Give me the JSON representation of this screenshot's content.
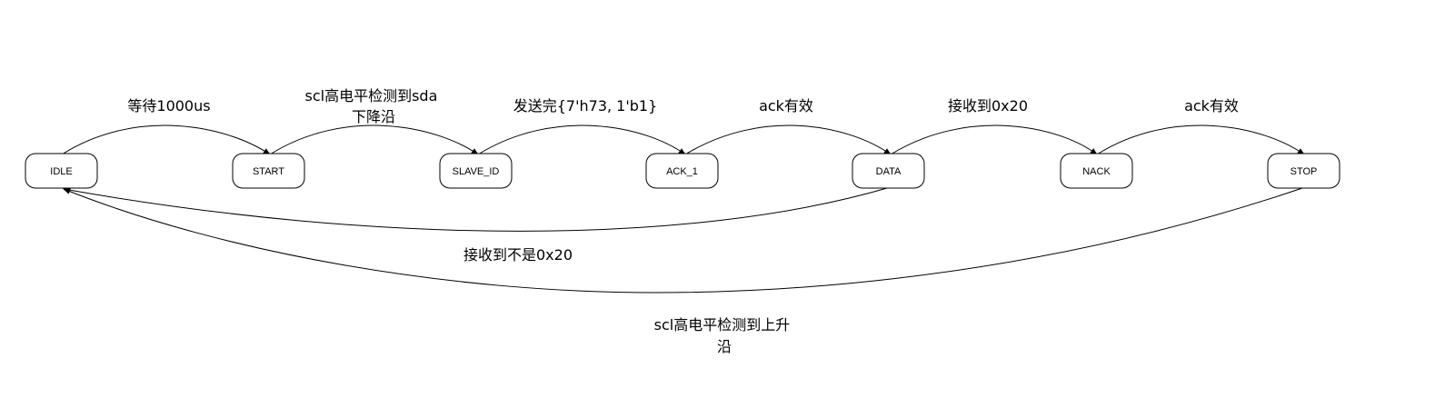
{
  "diagram": {
    "states": {
      "idle": "IDLE",
      "start": "START",
      "slave_id": "SLAVE_ID",
      "ack_1": "ACK_1",
      "data": "DATA",
      "nack": "NACK",
      "stop": "STOP"
    },
    "transitions": {
      "idle_to_start": [
        "等待1000us"
      ],
      "start_to_slave_id": [
        "scl高电平检测到sda",
        "下降沿"
      ],
      "slave_id_to_ack_1": [
        "发送完{7'h73, 1'b1}"
      ],
      "ack_1_to_data": [
        "ack有效"
      ],
      "data_to_nack": [
        "接收到0x20"
      ],
      "nack_to_stop": [
        "ack有效"
      ],
      "data_to_idle": [
        "接收到不是0x20"
      ],
      "stop_to_idle": [
        "scl高电平检测到上升",
        "沿"
      ]
    }
  }
}
